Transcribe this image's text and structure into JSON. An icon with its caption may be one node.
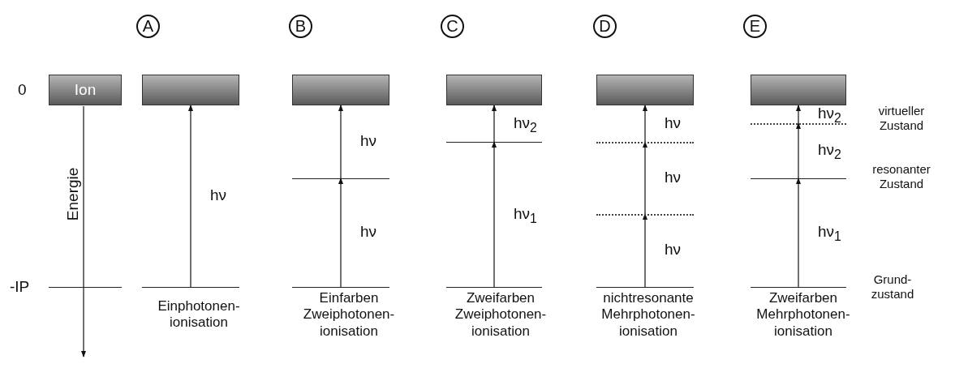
{
  "diagram": {
    "nodes": [
      {
        "text": [
          "A"
        ]
      },
      {
        "text": [
          "B"
        ]
      },
      {
        "text": [
          "C"
        ]
      },
      {
        "text": [
          "D"
        ]
      },
      {
        "text": [
          "E"
        ]
      },
      {
        "text": [
          "Ion"
        ]
      },
      {
        "text": [],
        "shape": "box"
      },
      {
        "text": [],
        "shape": "box"
      },
      {
        "text": [],
        "shape": "box"
      },
      {
        "text": [],
        "shape": "box"
      },
      {
        "text": [],
        "shape": "box"
      },
      {
        "text": [],
        "shape": "line"
      },
      {
        "text": [],
        "shape": "line"
      },
      {
        "text": [],
        "shape": "line"
      },
      {
        "text": [],
        "shape": "line"
      },
      {
        "text": [],
        "shape": "line"
      },
      {
        "text": [],
        "shape": "line"
      },
      {
        "text": [],
        "shape": "line"
      },
      {
        "text": [],
        "shape": "line"
      },
      {
        "text": [],
        "shape": "line"
      },
      {
        "text": [],
        "shape": "line"
      },
      {
        "text": [],
        "shape": "line"
      },
      {
        "text": [],
        "shape": "line"
      }
    ],
    "edges": [
      {
        "from": 12,
        "to": 6,
        "arrow": "to",
        "label": "hν"
      },
      {
        "from": 13,
        "to": 14,
        "arrow": "to",
        "label": "hν"
      },
      {
        "from": 14,
        "to": 7,
        "arrow": "to",
        "label": "hν"
      },
      {
        "from": 15,
        "to": 16,
        "arrow": "to",
        "label": "hν$_{1}$"
      },
      {
        "from": 16,
        "to": 8,
        "arrow": "to",
        "label": "hν$_{2}$"
      },
      {
        "from": 17,
        "to": 18,
        "arrow": "to",
        "label": "hν"
      },
      {
        "from": 18,
        "to": 19,
        "arrow": "to",
        "label": "hν"
      },
      {
        "from": 19,
        "to": 9,
        "arrow": "to",
        "label": "hν"
      },
      {
        "from": 20,
        "to": 21,
        "arrow": "to",
        "label": "hν$_{1}$"
      },
      {
        "from": 21,
        "to": 22,
        "arrow": "to",
        "label": "hν$_{2}$"
      },
      {
        "from": 22,
        "to": 10,
        "arrow": "to",
        "label": "hν$_{2}$"
      }
    ],
    "labels": [
      "0",
      "-IP",
      "Energie",
      "virtueller Zustand",
      "resonanter Zustand",
      "Grund- zustand",
      "Einphotonen- ionisation",
      "Einfarben Zweiphotonen- ionisation",
      "Zweifarben Zweiphotonen- ionisation",
      "nichtresonante Mehrphotonen- ionisation",
      "Zweifarben Mehrphotonen- ionisation"
    ]
  }
}
